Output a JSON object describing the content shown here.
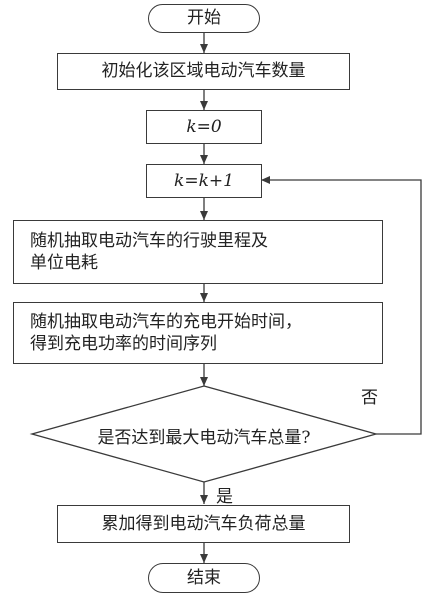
{
  "nodes": {
    "start": "开始",
    "init": "初始化该区域电动汽车数量",
    "k_zero": "k=0",
    "k_inc": "k=k+1",
    "sample_mileage": [
      "随机抽取电动汽车的行驶里程及",
      "单位电耗"
    ],
    "sample_charge": [
      "随机抽取电动汽车的充电开始时间，",
      "得到充电功率的时间序列"
    ],
    "decision": "是否达到最大电动汽车总量?",
    "accumulate": "累加得到电动汽车负荷总量",
    "end": "结束"
  },
  "edge_labels": {
    "no": "否",
    "yes": "是"
  }
}
